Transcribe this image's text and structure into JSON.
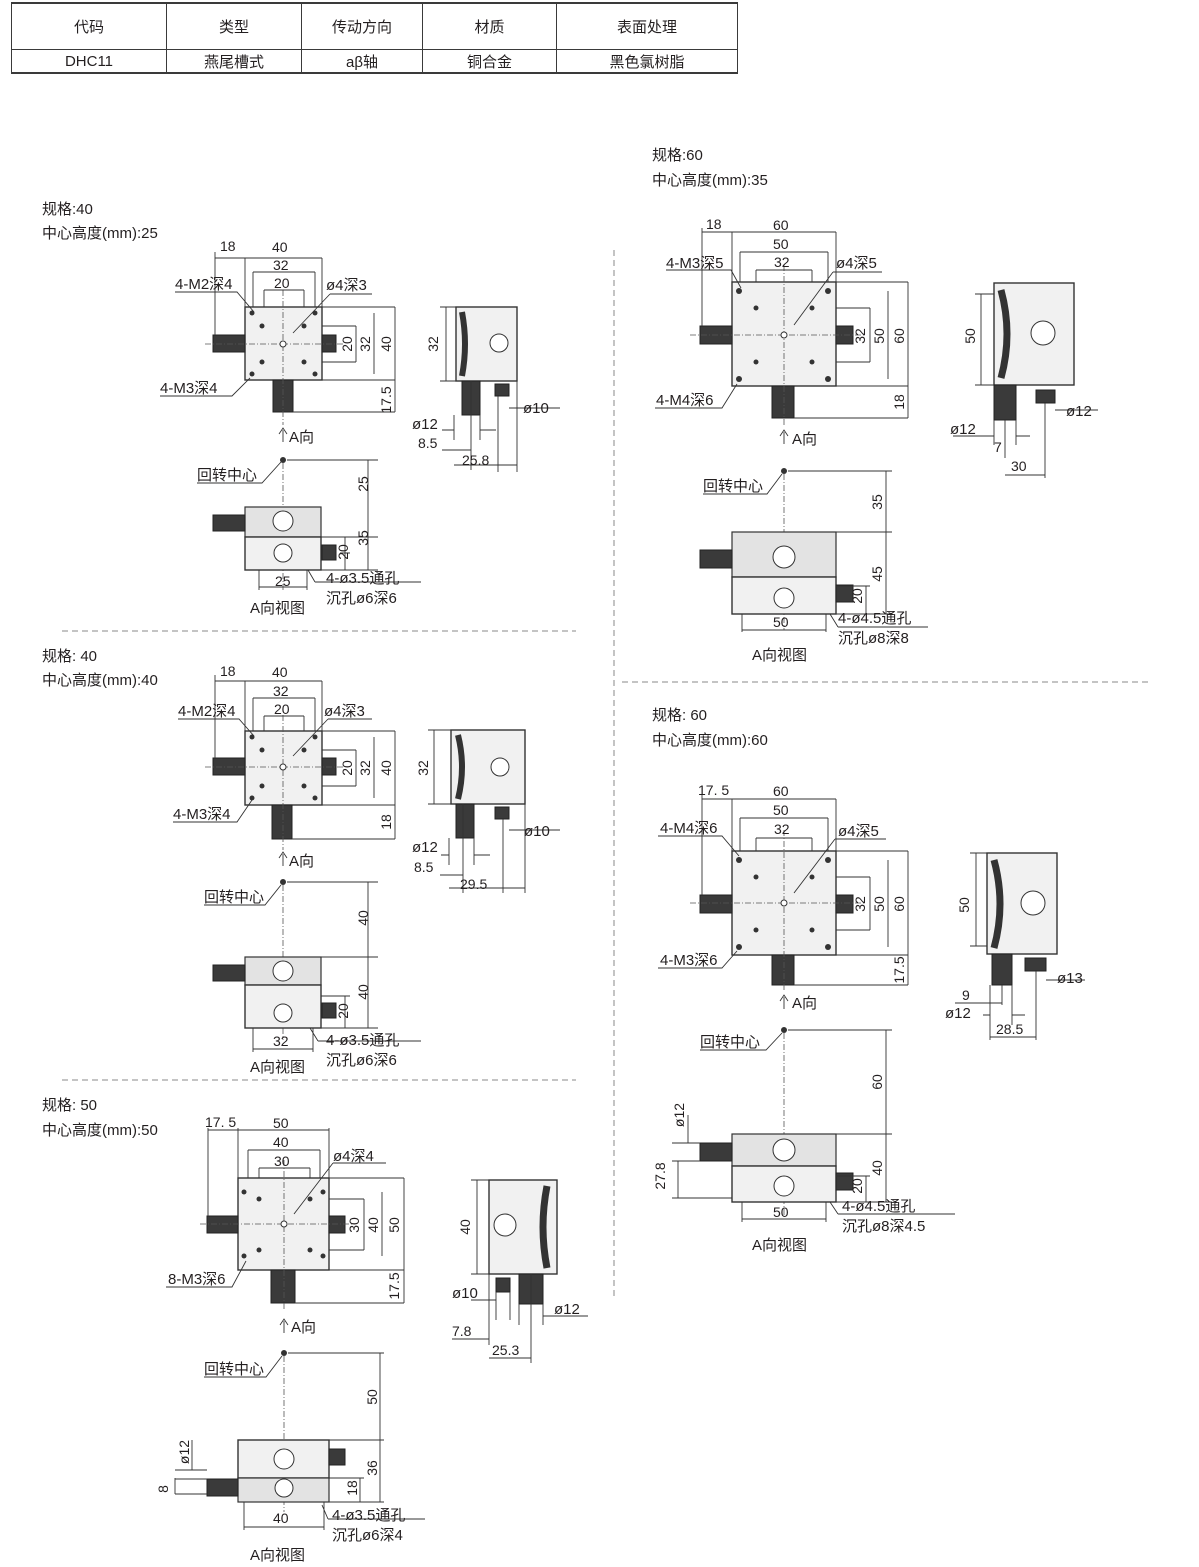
{
  "spec_table": {
    "headers": [
      "代码",
      "类型",
      "传动方向",
      "材质",
      "表面处理"
    ],
    "row": [
      "DHC11",
      "燕尾槽式",
      "aβ轴",
      "铜合金",
      "黑色氯树脂"
    ]
  },
  "common": {
    "view_a": "A向",
    "view_a_caption": "A向视图",
    "rotation_center": "回转中心"
  },
  "d1": {
    "spec": "规格:40",
    "height": "中心高度(mm):25",
    "top": [
      "18",
      "40",
      "32",
      "20"
    ],
    "callouts": [
      "4-M2深4",
      "ø4深3",
      "4-M3深4"
    ],
    "side": [
      "20",
      "32",
      "40",
      "17.5"
    ],
    "sv": [
      "32",
      "ø12",
      "ø10",
      "8.5",
      "25.8"
    ],
    "av": [
      "25",
      "35",
      "20",
      "25",
      "4-ø3.5通孔",
      "沉孔ø6深6"
    ]
  },
  "d2": {
    "spec": "规格: 40",
    "height": "中心高度(mm):40",
    "top": [
      "18",
      "40",
      "32",
      "20"
    ],
    "callouts": [
      "4-M2深4",
      "ø4深3",
      "4-M3深4"
    ],
    "side": [
      "20",
      "32",
      "40",
      "18"
    ],
    "sv": [
      "32",
      "ø12",
      "ø10",
      "8.5",
      "29.5"
    ],
    "av": [
      "40",
      "40",
      "20",
      "32",
      "4-ø3.5通孔",
      "沉孔ø6深6"
    ]
  },
  "d3": {
    "spec": "规格: 50",
    "height": "中心高度(mm):50",
    "top": [
      "17. 5",
      "50",
      "40",
      "30"
    ],
    "callouts": [
      "ø4深4",
      "8-M3深6"
    ],
    "side": [
      "30",
      "40",
      "50",
      "17.5"
    ],
    "sv": [
      "40",
      "ø10",
      "ø12",
      "7.8",
      "25.3"
    ],
    "av": [
      "50",
      "36",
      "18",
      "40",
      "ø12",
      "8",
      "4-ø3.5通孔",
      "沉孔ø6深4"
    ]
  },
  "d4": {
    "spec": "规格:60",
    "height": "中心高度(mm):35",
    "top": [
      "18",
      "60",
      "50",
      "32"
    ],
    "callouts": [
      "4-M3深5",
      "ø4深5",
      "4-M4深6"
    ],
    "side": [
      "32",
      "50",
      "60",
      "18"
    ],
    "sv": [
      "50",
      "ø12",
      "ø12",
      "7",
      "30"
    ],
    "av": [
      "35",
      "45",
      "20",
      "50",
      "4-ø4.5通孔",
      "沉孔ø8深8"
    ]
  },
  "d5": {
    "spec": "规格: 60",
    "height": "中心高度(mm):60",
    "top": [
      "17. 5",
      "60",
      "50",
      "32"
    ],
    "callouts": [
      "4-M4深6",
      "ø4深5",
      "4-M3深6"
    ],
    "side": [
      "32",
      "50",
      "60",
      "17.5"
    ],
    "sv": [
      "50",
      "ø13",
      "9",
      "ø12",
      "28.5"
    ],
    "av": [
      "60",
      "40",
      "20",
      "50",
      "ø12",
      "27.8",
      "4-ø4.5通孔",
      "沉孔ø8深4.5"
    ]
  }
}
